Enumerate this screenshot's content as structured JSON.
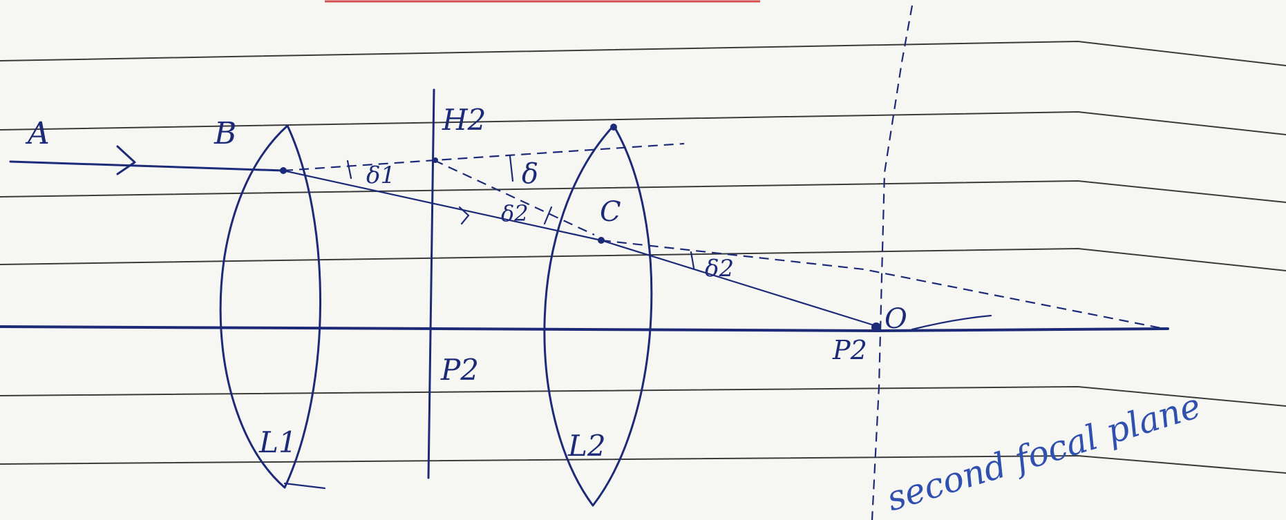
{
  "labels": {
    "point_a": "A",
    "point_b": "B",
    "point_c": "C",
    "principal_plane": "H2",
    "delta": "δ",
    "delta_1": "δ1",
    "delta_2_top": "δ2",
    "delta_2": "δ2",
    "point_o": "O",
    "principal_point": "P2",
    "focal_point": "P2",
    "lens_1": "L1",
    "lens_2": "L2",
    "annotation": "second focal plane"
  },
  "colors": {
    "ink": "#1c2a78",
    "annotation_ink": "#3050b0",
    "ruled_lines": "#3a3a3a",
    "paper": "#f6f6f3"
  }
}
